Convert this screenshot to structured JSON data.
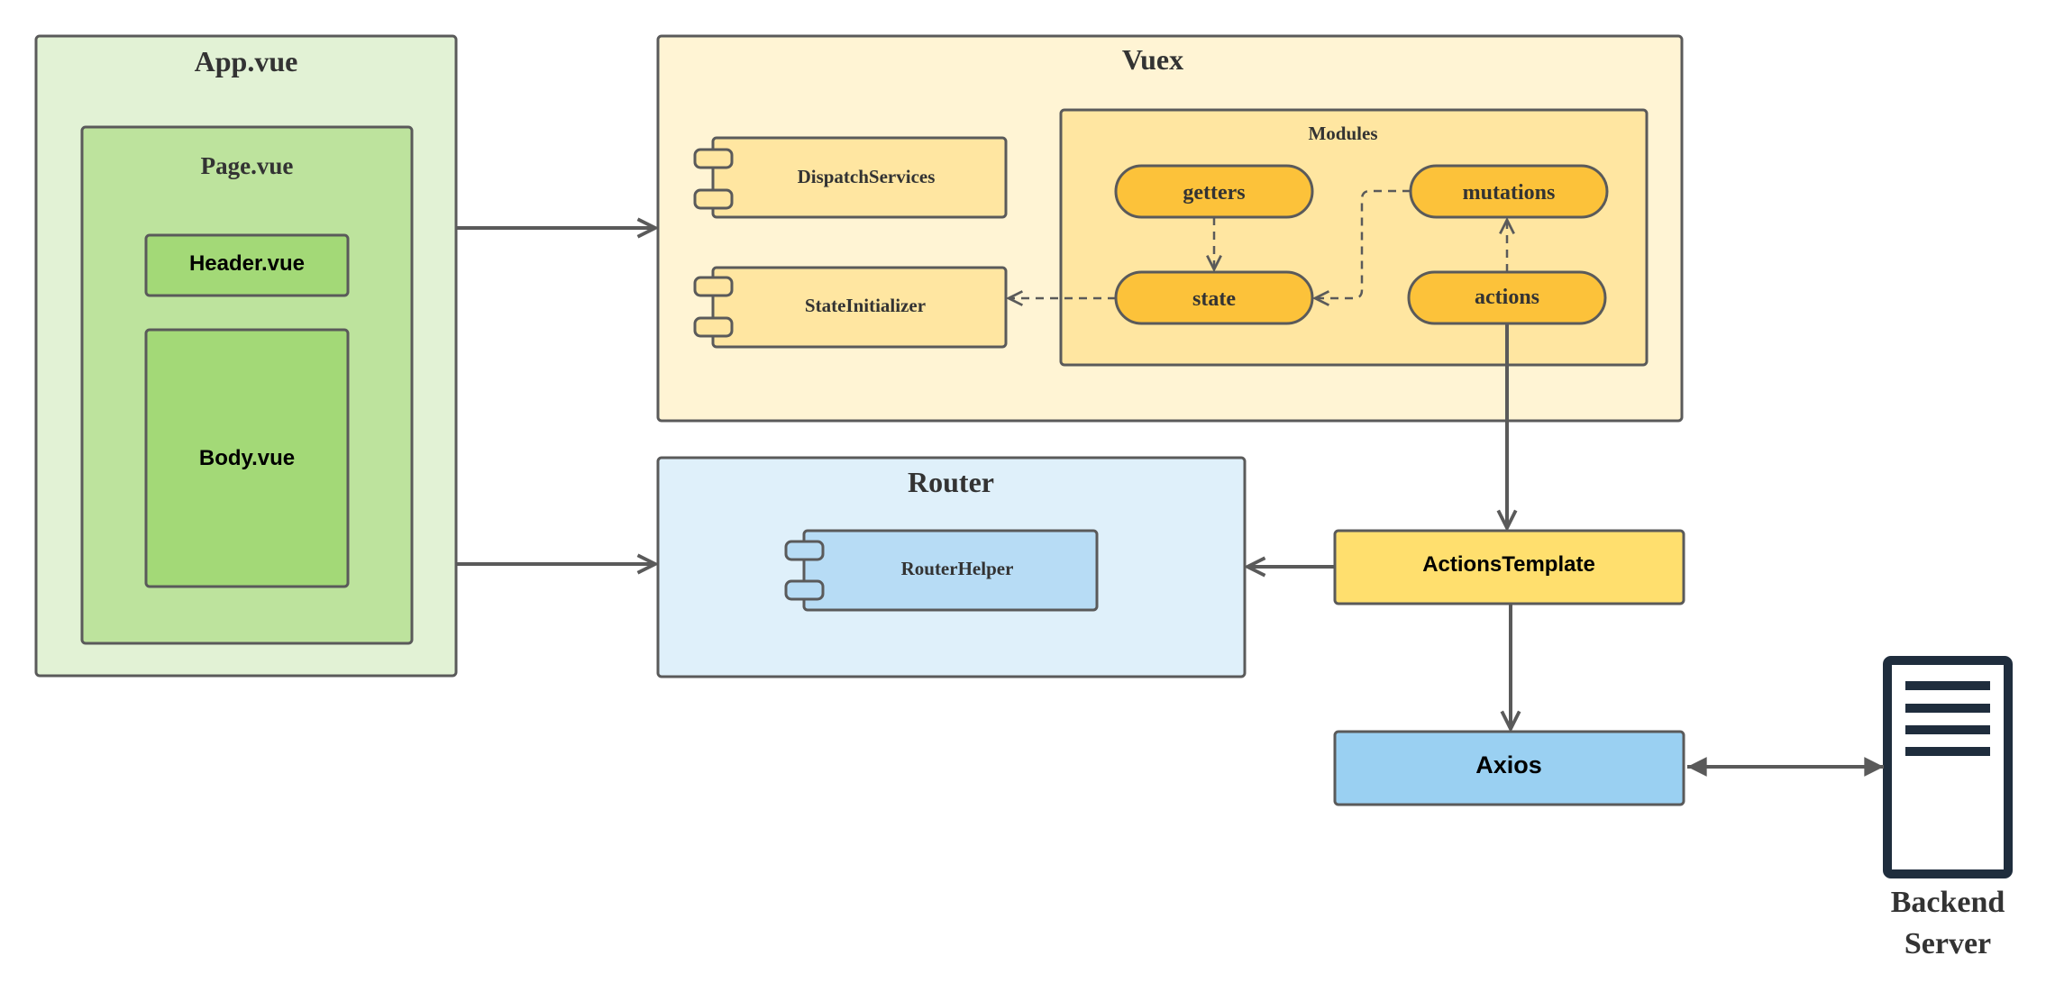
{
  "colors": {
    "app_outer": "#e2f2d5",
    "app_inner": "#bde39d",
    "app_leaf": "#a3d977",
    "vuex_bg": "#fff4d4",
    "vuex_component": "#ffe6a1",
    "modules_bg": "#ffe6a1",
    "oval": "#fcc23a",
    "router_bg": "#dff0fa",
    "router_component": "#b7dcf5",
    "actions_template": "#ffdf6e",
    "axios": "#9ad0f2",
    "server": "#1f2d3d",
    "stroke": "#5a5a5a"
  },
  "app": {
    "title": "App.vue",
    "page": {
      "title": "Page.vue",
      "header": "Header.vue",
      "body": "Body.vue"
    }
  },
  "vuex": {
    "title": "Vuex",
    "dispatch_services": "DispatchServices",
    "state_initializer": "StateInitializer",
    "modules": {
      "title": "Modules",
      "getters": "getters",
      "mutations": "mutations",
      "state": "state",
      "actions": "actions"
    }
  },
  "router": {
    "title": "Router",
    "helper": "RouterHelper"
  },
  "actions_template": "ActionsTemplate",
  "axios": "Axios",
  "backend": {
    "icon": "server-icon",
    "label_line1": "Backend",
    "label_line2": "Server"
  }
}
